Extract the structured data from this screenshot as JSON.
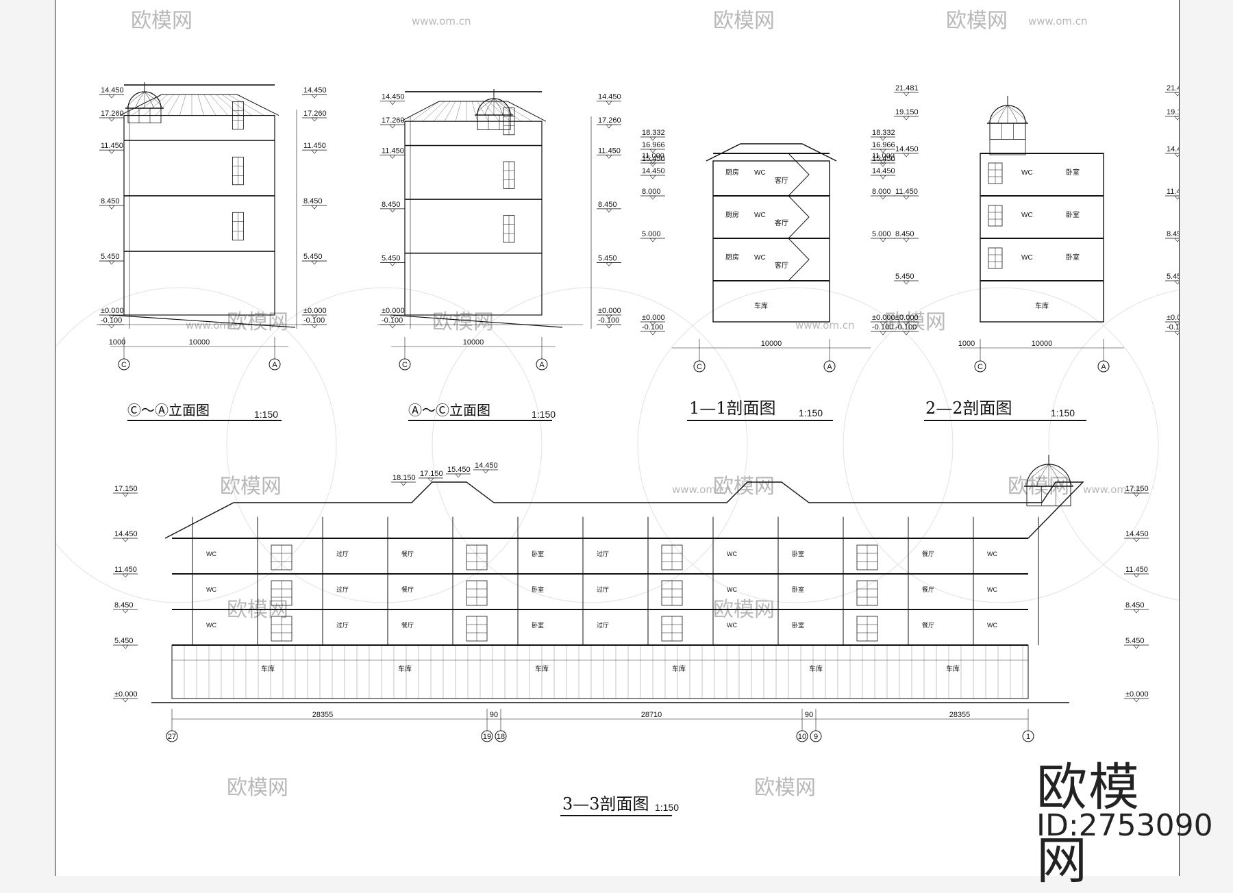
{
  "drawings": [
    {
      "id": "elev-c-a",
      "title": "Ⓒ～Ⓐ立面图",
      "scale": "1:150",
      "levels": [
        "17.260",
        "14.450",
        "11.450",
        "8.450",
        "5.450",
        "±0.000",
        "-0.100"
      ],
      "dims": [
        "1000",
        "10000"
      ],
      "axes": [
        "C",
        "A"
      ]
    },
    {
      "id": "elev-a-c",
      "title": "Ⓐ～Ⓒ立面图",
      "scale": "1:150",
      "levels": [
        "17.260",
        "14.450",
        "11.450",
        "8.450",
        "5.450",
        "±0.000",
        "-0.100"
      ],
      "dims": [
        "10000"
      ],
      "axes": [
        "A",
        "C"
      ]
    },
    {
      "id": "section-1-1",
      "title": "1—1剖面图",
      "scale": "1:150",
      "levels": [
        "18.332",
        "16.966",
        "15.450",
        "14.450",
        "11.000",
        "8.000",
        "5.000",
        "±0.000",
        "-0.100"
      ],
      "dims": [
        "10000"
      ],
      "axes": [
        "C",
        "A"
      ],
      "rooms": [
        "厨房",
        "WC",
        "客厅",
        "车库"
      ]
    },
    {
      "id": "section-2-2",
      "title": "2—2剖面图",
      "scale": "1:150",
      "levels": [
        "21.481",
        "19.150",
        "14.450",
        "11.450",
        "8.450",
        "5.450",
        "±0.000",
        "-0.100"
      ],
      "dims": [
        "1000",
        "10000"
      ],
      "axes": [
        "C",
        "A"
      ],
      "rooms": [
        "卧室",
        "WC",
        "车库"
      ]
    },
    {
      "id": "section-3-3",
      "title": "3—3剖面图",
      "scale": "1:150",
      "levels": [
        "17.150",
        "14.450",
        "11.450",
        "8.450",
        "5.450",
        "±0.000"
      ],
      "top_levels": [
        "18.150",
        "17.150",
        "15.450",
        "14.450"
      ],
      "dims": [
        "28355",
        "90",
        "28710",
        "90",
        "28355"
      ],
      "axes": [
        "27",
        "19",
        "18",
        "10",
        "9",
        "1"
      ],
      "rooms": [
        "WC",
        "卧室",
        "过厅",
        "餐厅",
        "车库"
      ]
    }
  ],
  "watermark": {
    "text": "欧模网",
    "url": "www.om.cn"
  },
  "brand": {
    "name": "欧模网",
    "id": "ID:2753090"
  }
}
